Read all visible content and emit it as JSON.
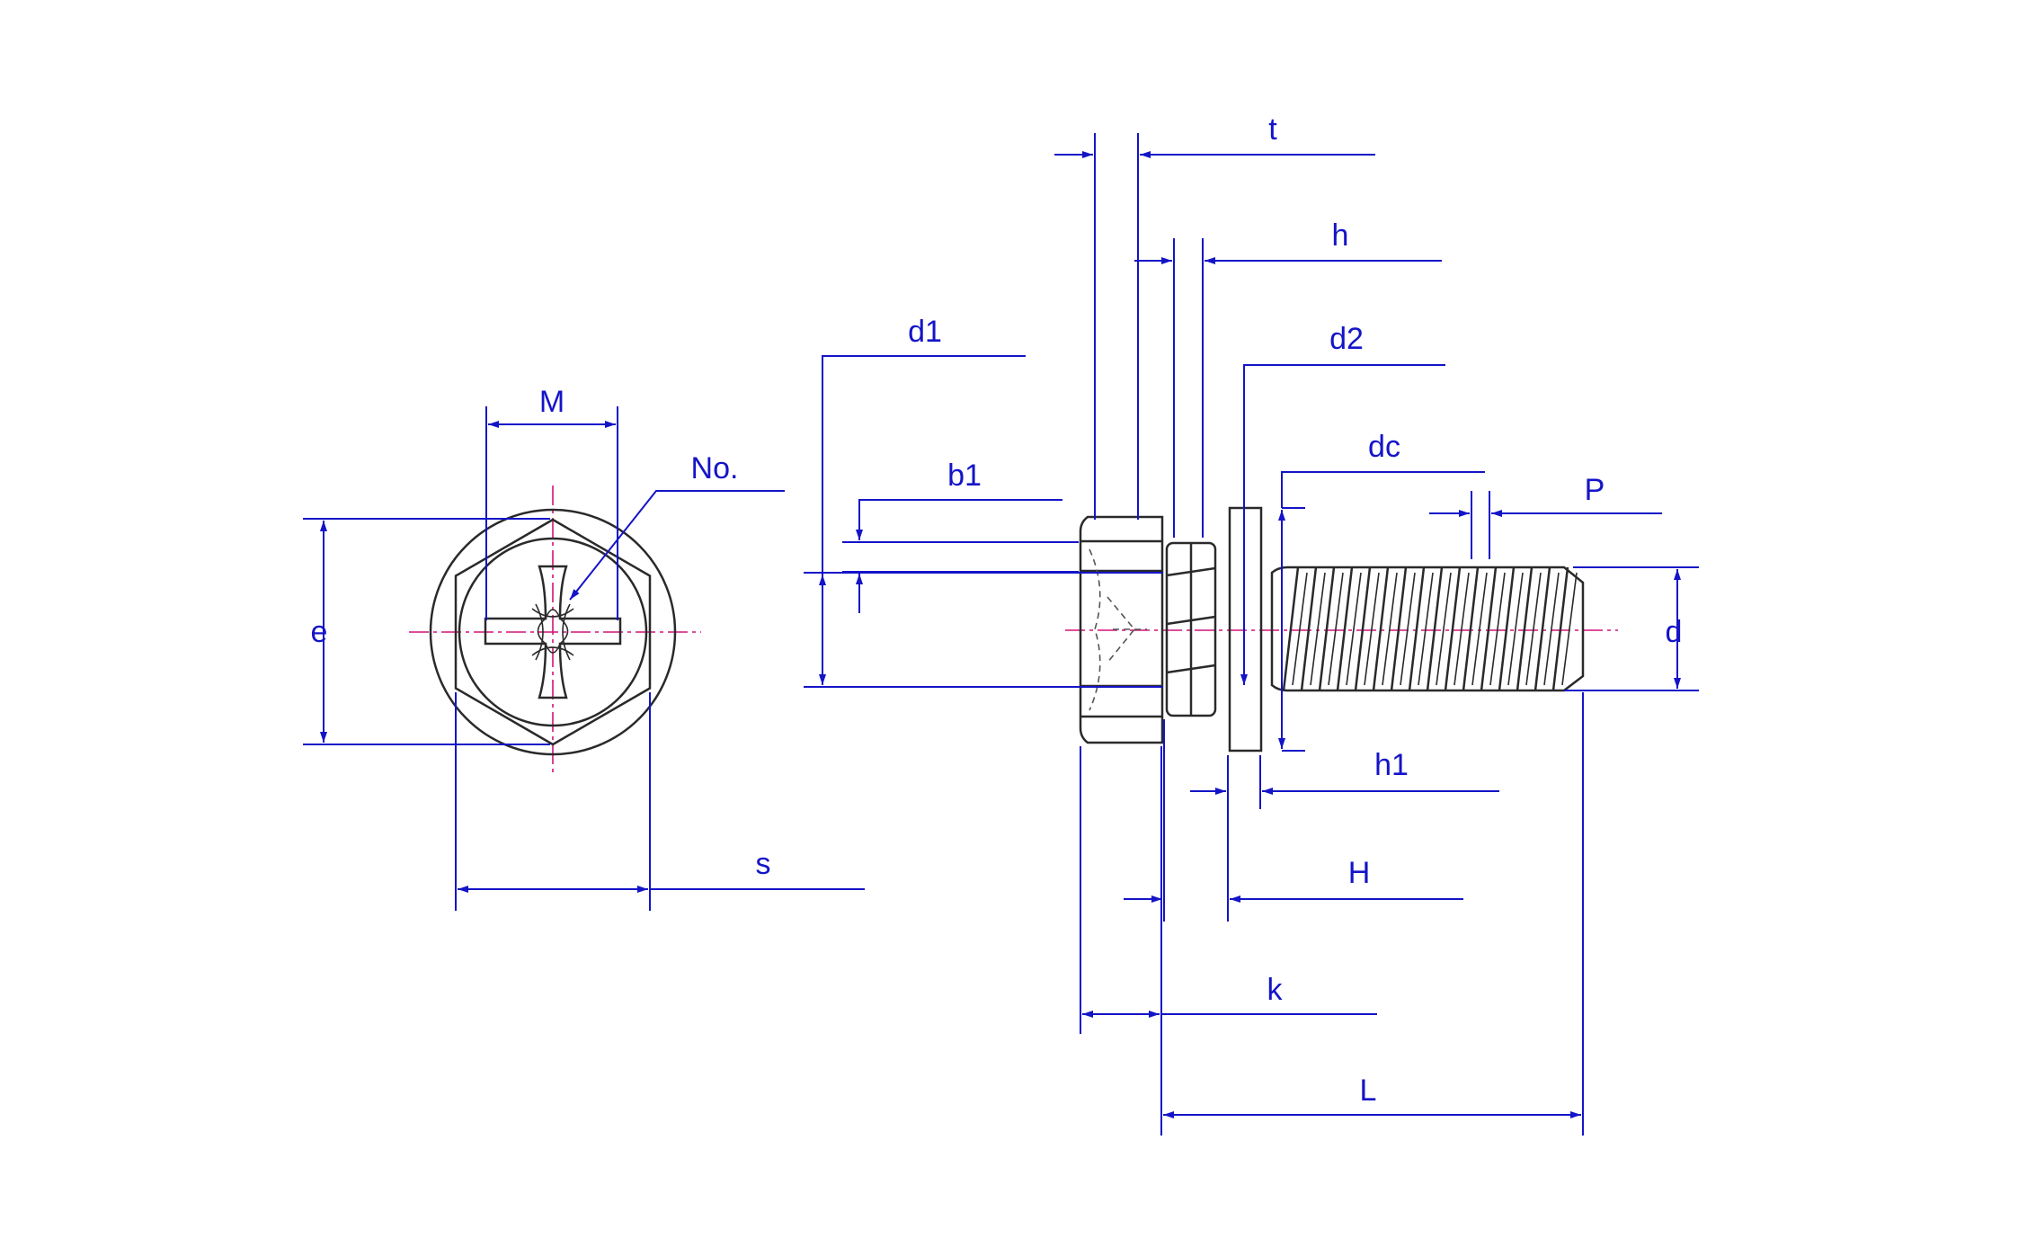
{
  "labels": {
    "M": "M",
    "No": "No.",
    "e": "e",
    "s": "s",
    "d1": "d1",
    "b1": "b1",
    "t": "t",
    "h": "h",
    "d2": "d2",
    "dc": "dc",
    "P": "P",
    "d": "d",
    "h1": "h1",
    "H": "H",
    "k": "k",
    "L": "L"
  },
  "colors": {
    "dimension": "#1414c8",
    "outline": "#2a2a2a",
    "centerline": "#d21478",
    "background": "#ffffff"
  }
}
